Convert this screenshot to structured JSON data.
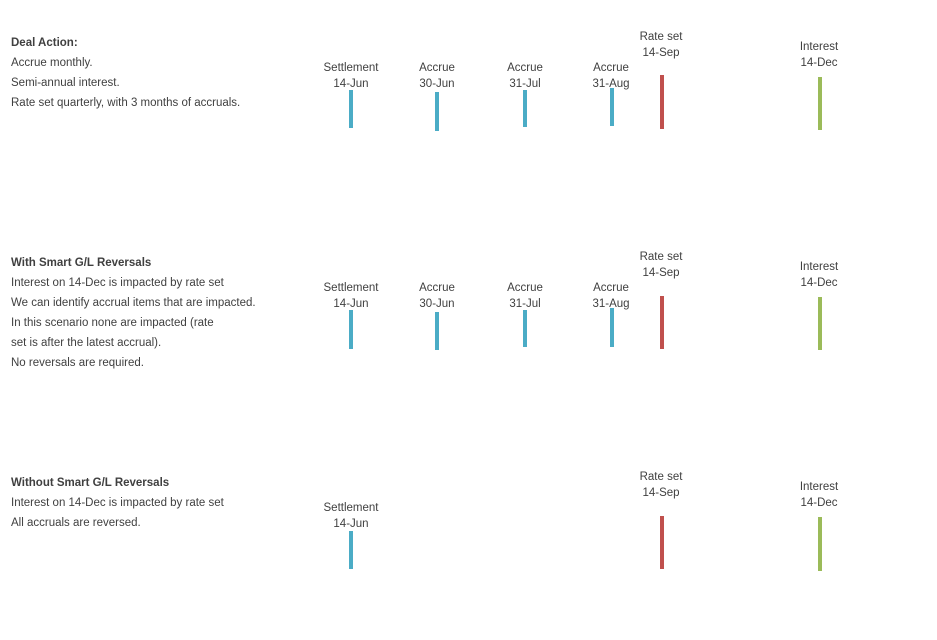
{
  "sections": [
    {
      "title": "Deal Action:",
      "lines": [
        "Accrue monthly.",
        "Semi-annual interest.",
        "Rate set quarterly, with 3 months of accruals."
      ]
    },
    {
      "title": "With Smart G/L Reversals",
      "lines": [
        "Interest on 14-Dec is impacted by rate set",
        "We can identify accrual items that are impacted.",
        "In this scenario none are impacted (rate",
        "set is after the latest accrual).",
        "No reversals are required."
      ]
    },
    {
      "title": "Without Smart G/L Reversals",
      "lines": [
        "Interest on 14-Dec is impacted by rate set",
        "All accruals are reversed."
      ]
    }
  ],
  "events": {
    "settlement": {
      "label": "Settlement",
      "date": "14-Jun",
      "color": "#4bacc6"
    },
    "accrue_jun": {
      "label": "Accrue",
      "date": "30-Jun",
      "color": "#4bacc6"
    },
    "accrue_jul": {
      "label": "Accrue",
      "date": "31-Jul",
      "color": "#4bacc6"
    },
    "accrue_aug": {
      "label": "Accrue",
      "date": "31-Aug",
      "color": "#4bacc6"
    },
    "rate_set": {
      "label": "Rate set",
      "date": "14-Sep",
      "color": "#c0504d"
    },
    "interest": {
      "label": "Interest",
      "date": "14-Dec",
      "color": "#9bbb59"
    }
  }
}
